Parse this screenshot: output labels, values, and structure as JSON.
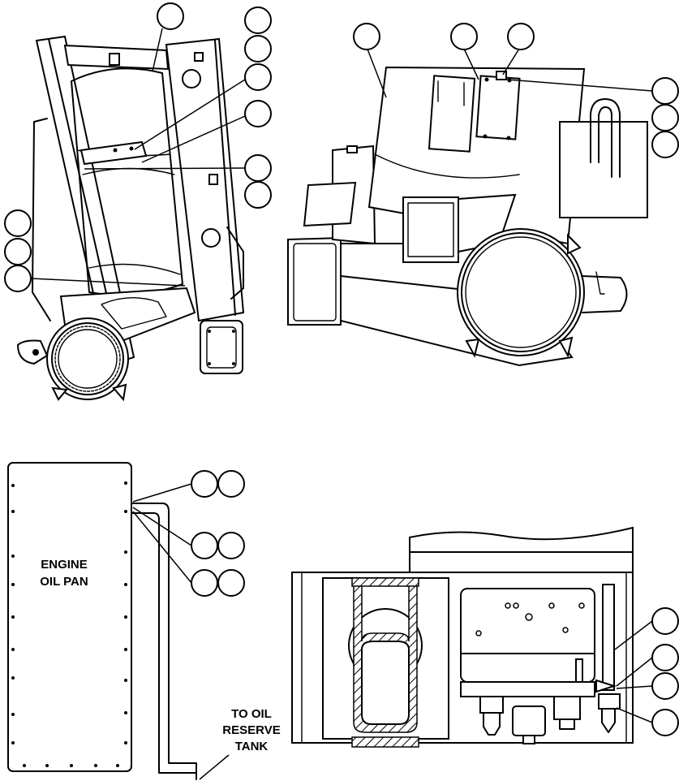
{
  "labels": {
    "engine_oil_pan": [
      "ENGINE",
      "OIL PAN"
    ],
    "oil_reserve_tank": [
      "TO OIL",
      "RESERVE",
      "TANK"
    ]
  },
  "colors": {
    "line": "#000000",
    "background": "#ffffff"
  }
}
